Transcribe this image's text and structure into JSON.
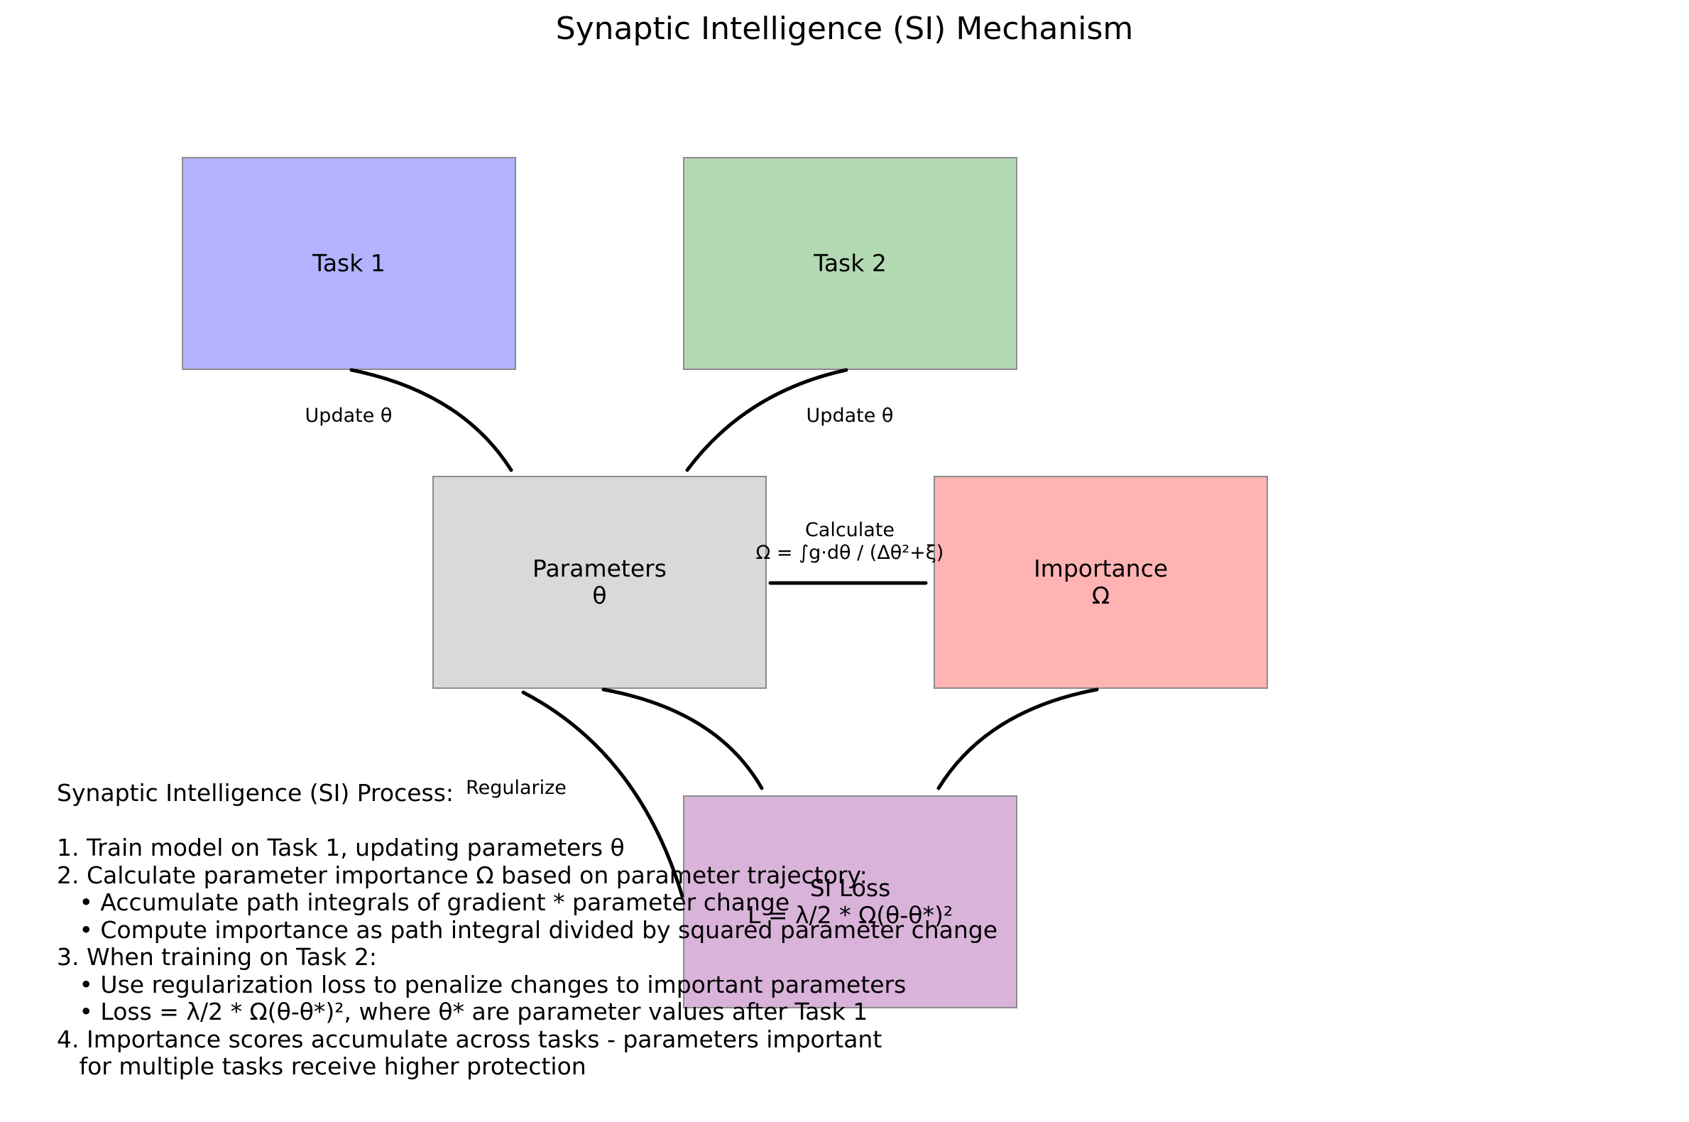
{
  "title": "Synaptic Intelligence (SI) Mechanism",
  "colors": {
    "task1": "#b3b3ff",
    "task2": "#b3d9b3",
    "parameters": "#d9d9d9",
    "importance": "#ffb3b3",
    "si_loss": "#d9b3d9",
    "edge": "#000000"
  },
  "nodes": {
    "task1": {
      "label": "Task 1"
    },
    "task2": {
      "label": "Task 2"
    },
    "parameters": {
      "label": "Parameters\nθ"
    },
    "importance": {
      "label": "Importance\nΩ"
    },
    "si_loss": {
      "label": "SI Loss\nL = λ/2 * Ω(θ-θ*)²"
    }
  },
  "edges": {
    "task1_to_parameters": {
      "label": "Update θ"
    },
    "task2_to_parameters": {
      "label": "Update θ"
    },
    "parameters_to_importance": {
      "label": "Calculate\nΩ = ∫g·dθ / (Δθ²+ξ)"
    },
    "si_loss_to_parameters": {
      "label": "Regularize"
    }
  },
  "process": {
    "heading": "Synaptic Intelligence (SI) Process:",
    "lines": [
      "",
      "1. Train model on Task 1, updating parameters θ",
      "2. Calculate parameter importance Ω based on parameter trajectory:",
      "   • Accumulate path integrals of gradient * parameter change",
      "   • Compute importance as path integral divided by squared parameter change",
      "3. When training on Task 2:",
      "   • Use regularization loss to penalize changes to important parameters",
      "   • Loss = λ/2 * Ω(θ-θ*)², where θ* are parameter values after Task 1",
      "4. Importance scores accumulate across tasks - parameters important",
      "   for multiple tasks receive higher protection"
    ]
  }
}
